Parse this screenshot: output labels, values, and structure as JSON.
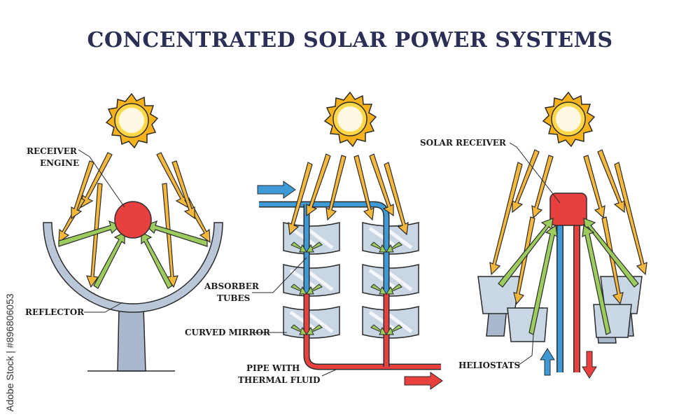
{
  "title": "CONCENTRATED SOLAR POWER SYSTEMS",
  "labels": {
    "receiver_engine_1": "RECEIVER",
    "receiver_engine_2": "ENGINE",
    "reflector": "REFLECTOR",
    "absorber_tubes_1": "ABSORBER",
    "absorber_tubes_2": "TUBES",
    "curved_mirror": "CURVED MIRROR",
    "pipe_1": "PIPE WITH",
    "pipe_2": "THERMAL FLUID",
    "solar_receiver": "SOLAR RECEIVER",
    "heliostats": "HELIOSTATS"
  },
  "watermark": "Adobe Stock | #896806053",
  "colors": {
    "title": "#2b2f55",
    "sun": "#f6b21b",
    "sun_core": "#ffd84a",
    "incoming_ray": "#f5b73c",
    "reflected_ray": "#9ccb5e",
    "receiver": "#e8403e",
    "mirror": "#b9c7d8",
    "pipe_cold": "#3d9ad6",
    "pipe_hot": "#e8403e",
    "stand": "#a9b8cc"
  }
}
